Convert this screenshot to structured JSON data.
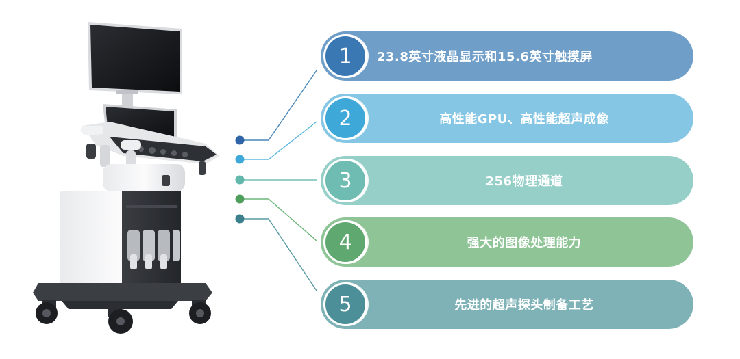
{
  "product_image": {
    "icon": "ultrasound-machine-icon"
  },
  "features": [
    {
      "number": "1",
      "text": "23.8英寸液晶显示和15.6英寸触摸屏",
      "bar_color": "#6f9fc8",
      "circle_color": "#3a78b4",
      "dot_color": "#2f64a8"
    },
    {
      "number": "2",
      "text": "高性能GPU、高性能超声成像",
      "bar_color": "#84c6e4",
      "circle_color": "#3ea9d9",
      "dot_color": "#3ea9d9"
    },
    {
      "number": "3",
      "text": "256物理通道",
      "bar_color": "#95cfc8",
      "circle_color": "#6fbcb2",
      "dot_color": "#63b8ad"
    },
    {
      "number": "4",
      "text": "强大的图像处理能力",
      "bar_color": "#8ec496",
      "circle_color": "#5fa870",
      "dot_color": "#4f9e5b"
    },
    {
      "number": "5",
      "text": "先进的超声探头制备工艺",
      "bar_color": "#7eb2b6",
      "circle_color": "#4c8f98",
      "dot_color": "#3b7f8c"
    }
  ]
}
